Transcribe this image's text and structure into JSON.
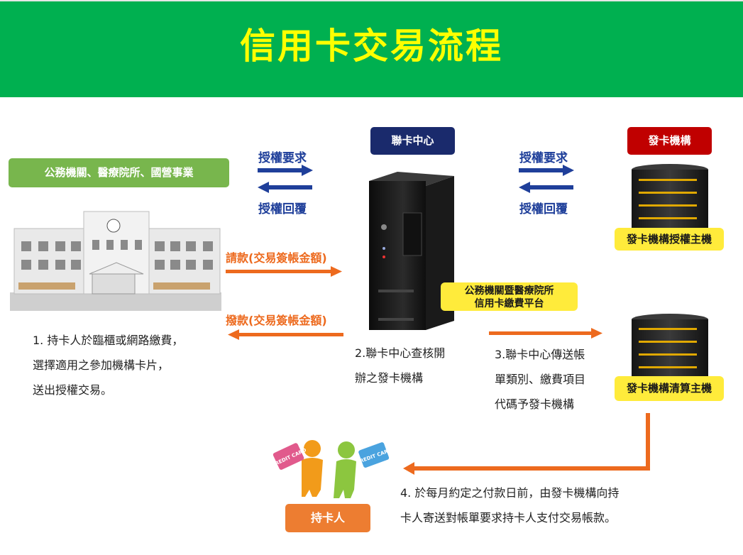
{
  "title": "信用卡交易流程",
  "nodes": {
    "agencies": "公務機關、醫療院所、國營事業",
    "clearing_center": "聯卡中心",
    "issuer": "發卡機構",
    "cardholder": "持卡人",
    "platform_line1": "公務機關暨醫療院所",
    "platform_line2": "信用卡繳費平台",
    "issuer_auth_host": "發卡機構授權主機",
    "issuer_clearing_host": "發卡機構清算主機"
  },
  "arrows": {
    "auth_request": "授權要求",
    "auth_reply": "授權回覆",
    "payment_request": "請款(交易簽帳金額)",
    "payment_transfer": "撥款(交易簽帳金額)"
  },
  "steps": {
    "step1": [
      "1. 持卡人於臨櫃或網路繳費，",
      "選擇適用之參加機構卡片，",
      "送出授權交易。"
    ],
    "step2": [
      "2.聯卡中心查核開",
      "辦之發卡機構"
    ],
    "step3": [
      "3.聯卡中心傳送帳",
      "單類別、繳費項目",
      "代碼予發卡機構"
    ],
    "step4": [
      "4. 於每月約定之付款日前，由發卡機構向持",
      "卡人寄送對帳單要求持卡人支付交易帳款。"
    ]
  },
  "card_label": "CREDIT CARD",
  "colors": {
    "header": "#00b050",
    "title": "#ffff00",
    "blue_arrow": "#1f3f9a",
    "orange_arrow": "#ed6a1e"
  }
}
